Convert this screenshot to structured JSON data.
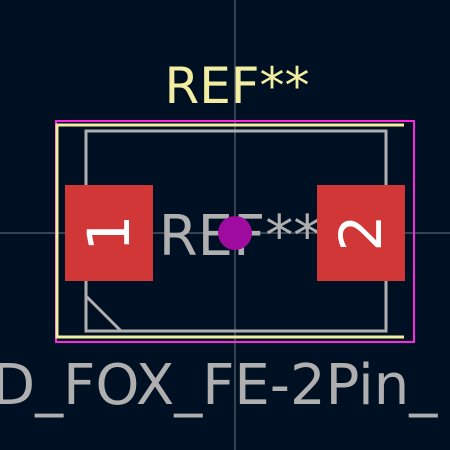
{
  "editor": {
    "reference_top": "REF**",
    "reference_fab": "REF**",
    "footprint_value": "D_FOX_FE-2Pin_"
  },
  "pads": [
    {
      "number": "1"
    },
    {
      "number": "2"
    }
  ],
  "colors": {
    "background": "#001023",
    "silkscreen": "#F2EDA1",
    "courtyard": "#FF26E2",
    "fabrication": "#AFAFAF",
    "pad": "#D13737",
    "pad_text": "#FFFFFF",
    "anchor": "#9E0B9E",
    "crosshair": "#C8C8C8"
  }
}
